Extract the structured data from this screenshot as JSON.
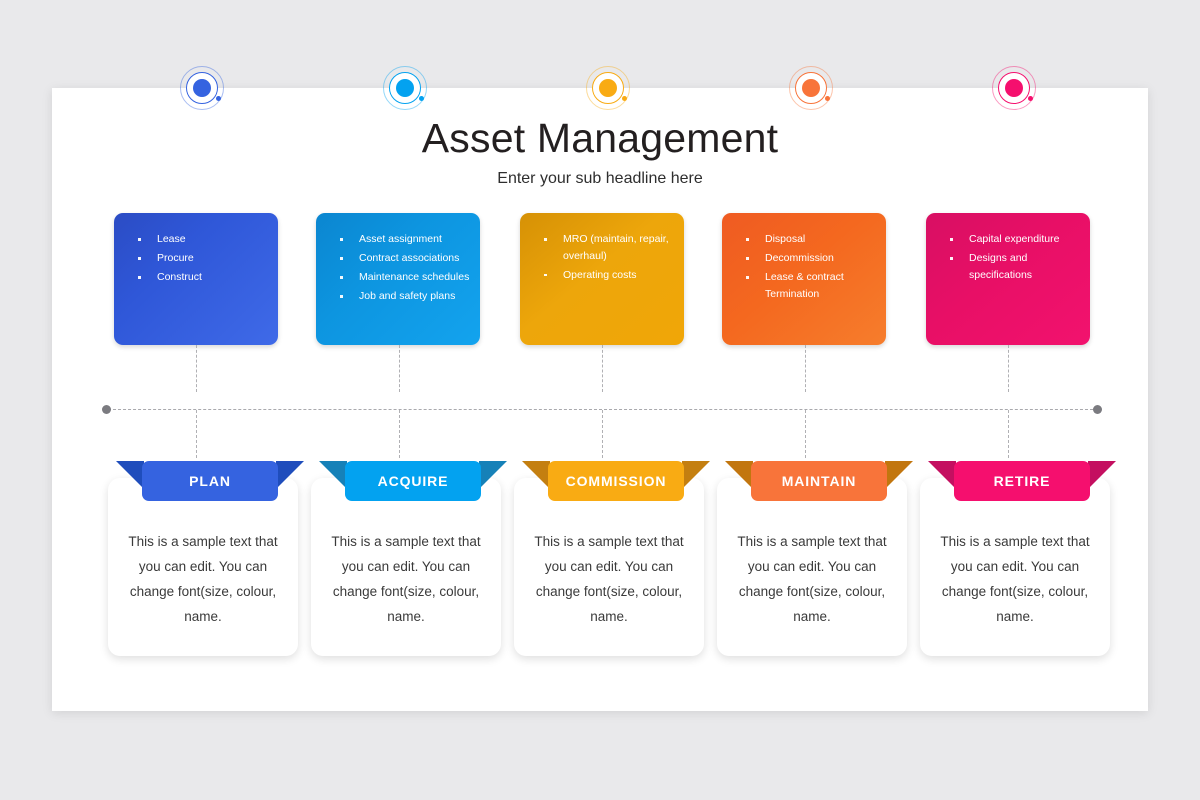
{
  "slide": {
    "title": "Asset Management",
    "subtitle": "Enter your sub headline here",
    "background_color": "#e9e9eb",
    "surface_color": "#ffffff"
  },
  "timeline": {
    "line_style": "dashed",
    "line_color": "#a9a9ad",
    "endpoint_color": "#7b7b80"
  },
  "body_text": "This is a sample text that you can edit. You can change font(size, colour, name.",
  "stages": [
    {
      "label": "PLAN",
      "color": "#3563e0",
      "wing_color": "#1f4dbc",
      "marker_color": "#3563e0",
      "bullets": [
        "Lease",
        "Procure",
        "Construct"
      ],
      "body": "This is a sample text that you can edit. You can change font(size, colour, name."
    },
    {
      "label": "ACQUIRE",
      "color": "#03a2f0",
      "wing_color": "#1681b8",
      "marker_color": "#03a2f0",
      "bullets": [
        "Asset assignment",
        "Contract associations",
        "Maintenance schedules",
        "Job and safety plans"
      ],
      "body": "This is a sample text that you can edit. You can change font(size, colour, name."
    },
    {
      "label": "COMMISSION",
      "color": "#f9ab13",
      "wing_color": "#c47f10",
      "marker_color": "#f9ab13",
      "bullets": [
        "MRO (maintain, repair, overhaul)",
        "Operating costs"
      ],
      "body": "This is a sample text that you can edit. You can change font(size, colour, name."
    },
    {
      "label": "MAINTAIN",
      "color": "#f8743a",
      "wing_color": "#c2760f",
      "marker_color": "#f8743a",
      "bullets": [
        "Disposal",
        "Decommission",
        "Lease & contract Termination"
      ],
      "body": "This is a sample text that you can edit. You can change font(size, colour, name."
    },
    {
      "label": "RETIRE",
      "color": "#f50f6e",
      "wing_color": "#c40f60",
      "marker_color": "#f50f6e",
      "bullets": [
        "Capital expenditure",
        "Designs and specifications"
      ],
      "body": "This is a sample text that you can edit. You can change font(size, colour, name."
    }
  ]
}
